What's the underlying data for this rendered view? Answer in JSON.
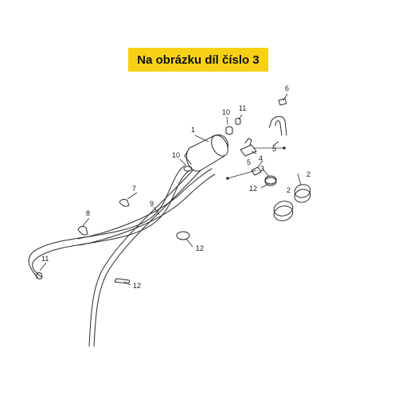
{
  "banner": {
    "text": "Na obrázku díl číslo 3"
  },
  "callouts": [
    "1",
    "2",
    "2",
    "3",
    "4",
    "5",
    "5",
    "6",
    "7",
    "8",
    "9",
    "10",
    "10",
    "11",
    "11",
    "12",
    "12",
    "12"
  ],
  "colors": {
    "banner_bg": "#f7d117",
    "line": "#2b2b2b"
  }
}
